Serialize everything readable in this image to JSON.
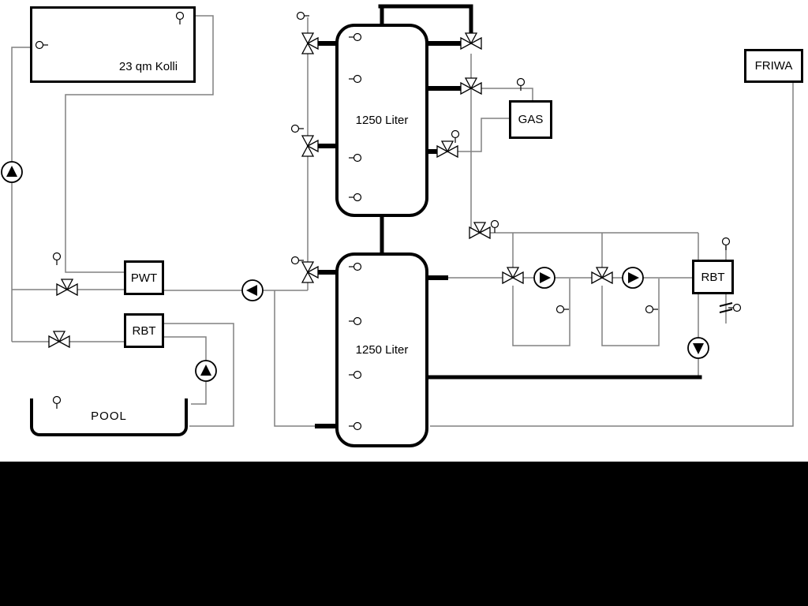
{
  "labels": {
    "collector": "23 qm Kolli",
    "tank_top": "1250 Liter",
    "tank_bottom": "1250 Liter",
    "gas": "GAS",
    "friwa": "FRIWA",
    "pwt": "PWT",
    "rbt_left": "RBT",
    "rbt_right": "RBT",
    "pool": "POOL"
  },
  "colors": {
    "background": "#ffffff",
    "thin_pipe": "#808080",
    "thick_pipe": "#000000",
    "footer_band": "#000000"
  },
  "icons": {
    "pump": "pump-icon",
    "three_way_valve": "three-way-valve-icon",
    "sensor": "sensor-icon"
  }
}
